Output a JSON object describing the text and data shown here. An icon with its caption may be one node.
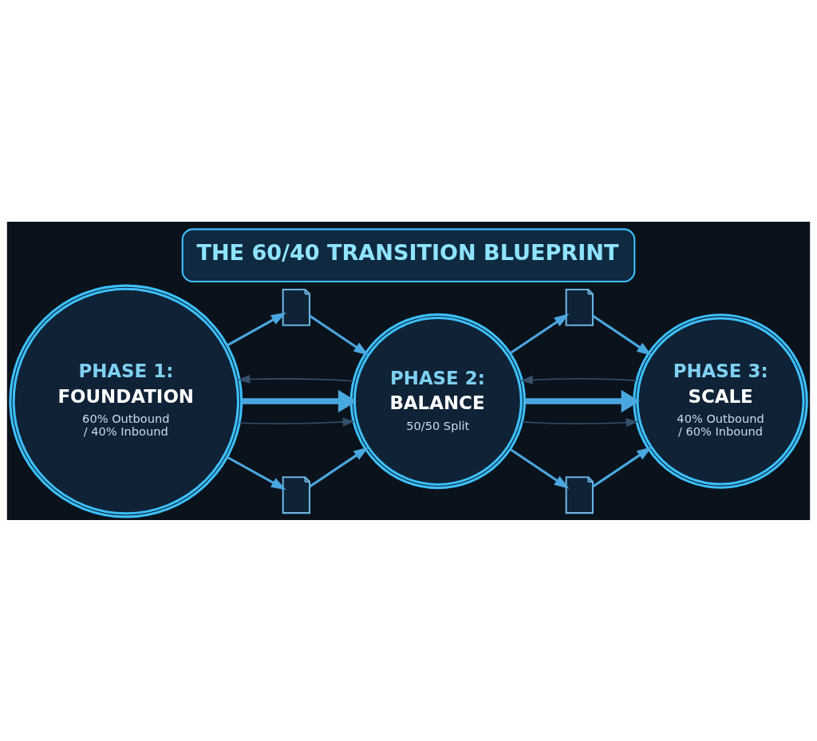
{
  "diagram": {
    "title": "THE 60/40 TRANSITION BLUEPRINT",
    "nodes": [
      {
        "text": [],
        "shape": "document"
      },
      {
        "text": [],
        "shape": "document"
      },
      {
        "text": [
          "PHASE 1:",
          "FOUNDATION",
          "60% Outbound / 40% Inbound"
        ]
      },
      {
        "text": [
          "PHASE 2:",
          "BALANCE",
          "50/50 Split"
        ]
      },
      {
        "text": [
          "PHASE 3:",
          "SCALE",
          "40% Outbound / 60% Inbound"
        ]
      },
      {
        "text": [],
        "shape": "document"
      },
      {
        "text": [],
        "shape": "document"
      }
    ],
    "edges": [
      {
        "from": 2,
        "to": 0,
        "arrow": "to"
      },
      {
        "from": 0,
        "to": 3,
        "arrow": "to"
      },
      {
        "from": 3,
        "to": 1,
        "arrow": "to"
      },
      {
        "from": 1,
        "to": 4,
        "arrow": "to"
      },
      {
        "from": 2,
        "to": 3,
        "arrow": "to",
        "color": "#34506a"
      },
      {
        "from": 3,
        "to": 4,
        "arrow": "to",
        "color": "#34506a"
      },
      {
        "from": 2,
        "to": 3,
        "arrow": "to",
        "style": "thick"
      },
      {
        "from": 3,
        "to": 4,
        "arrow": "to",
        "style": "thick"
      },
      {
        "from": 3,
        "to": 2,
        "arrow": "to",
        "color": "#34506a"
      },
      {
        "from": 4,
        "to": 3,
        "arrow": "to",
        "color": "#34506a"
      },
      {
        "from": 2,
        "to": 5,
        "arrow": "to"
      },
      {
        "from": 5,
        "to": 3,
        "arrow": "to"
      },
      {
        "from": 3,
        "to": 6,
        "arrow": "to"
      },
      {
        "from": 6,
        "to": 4,
        "arrow": "to"
      }
    ]
  }
}
